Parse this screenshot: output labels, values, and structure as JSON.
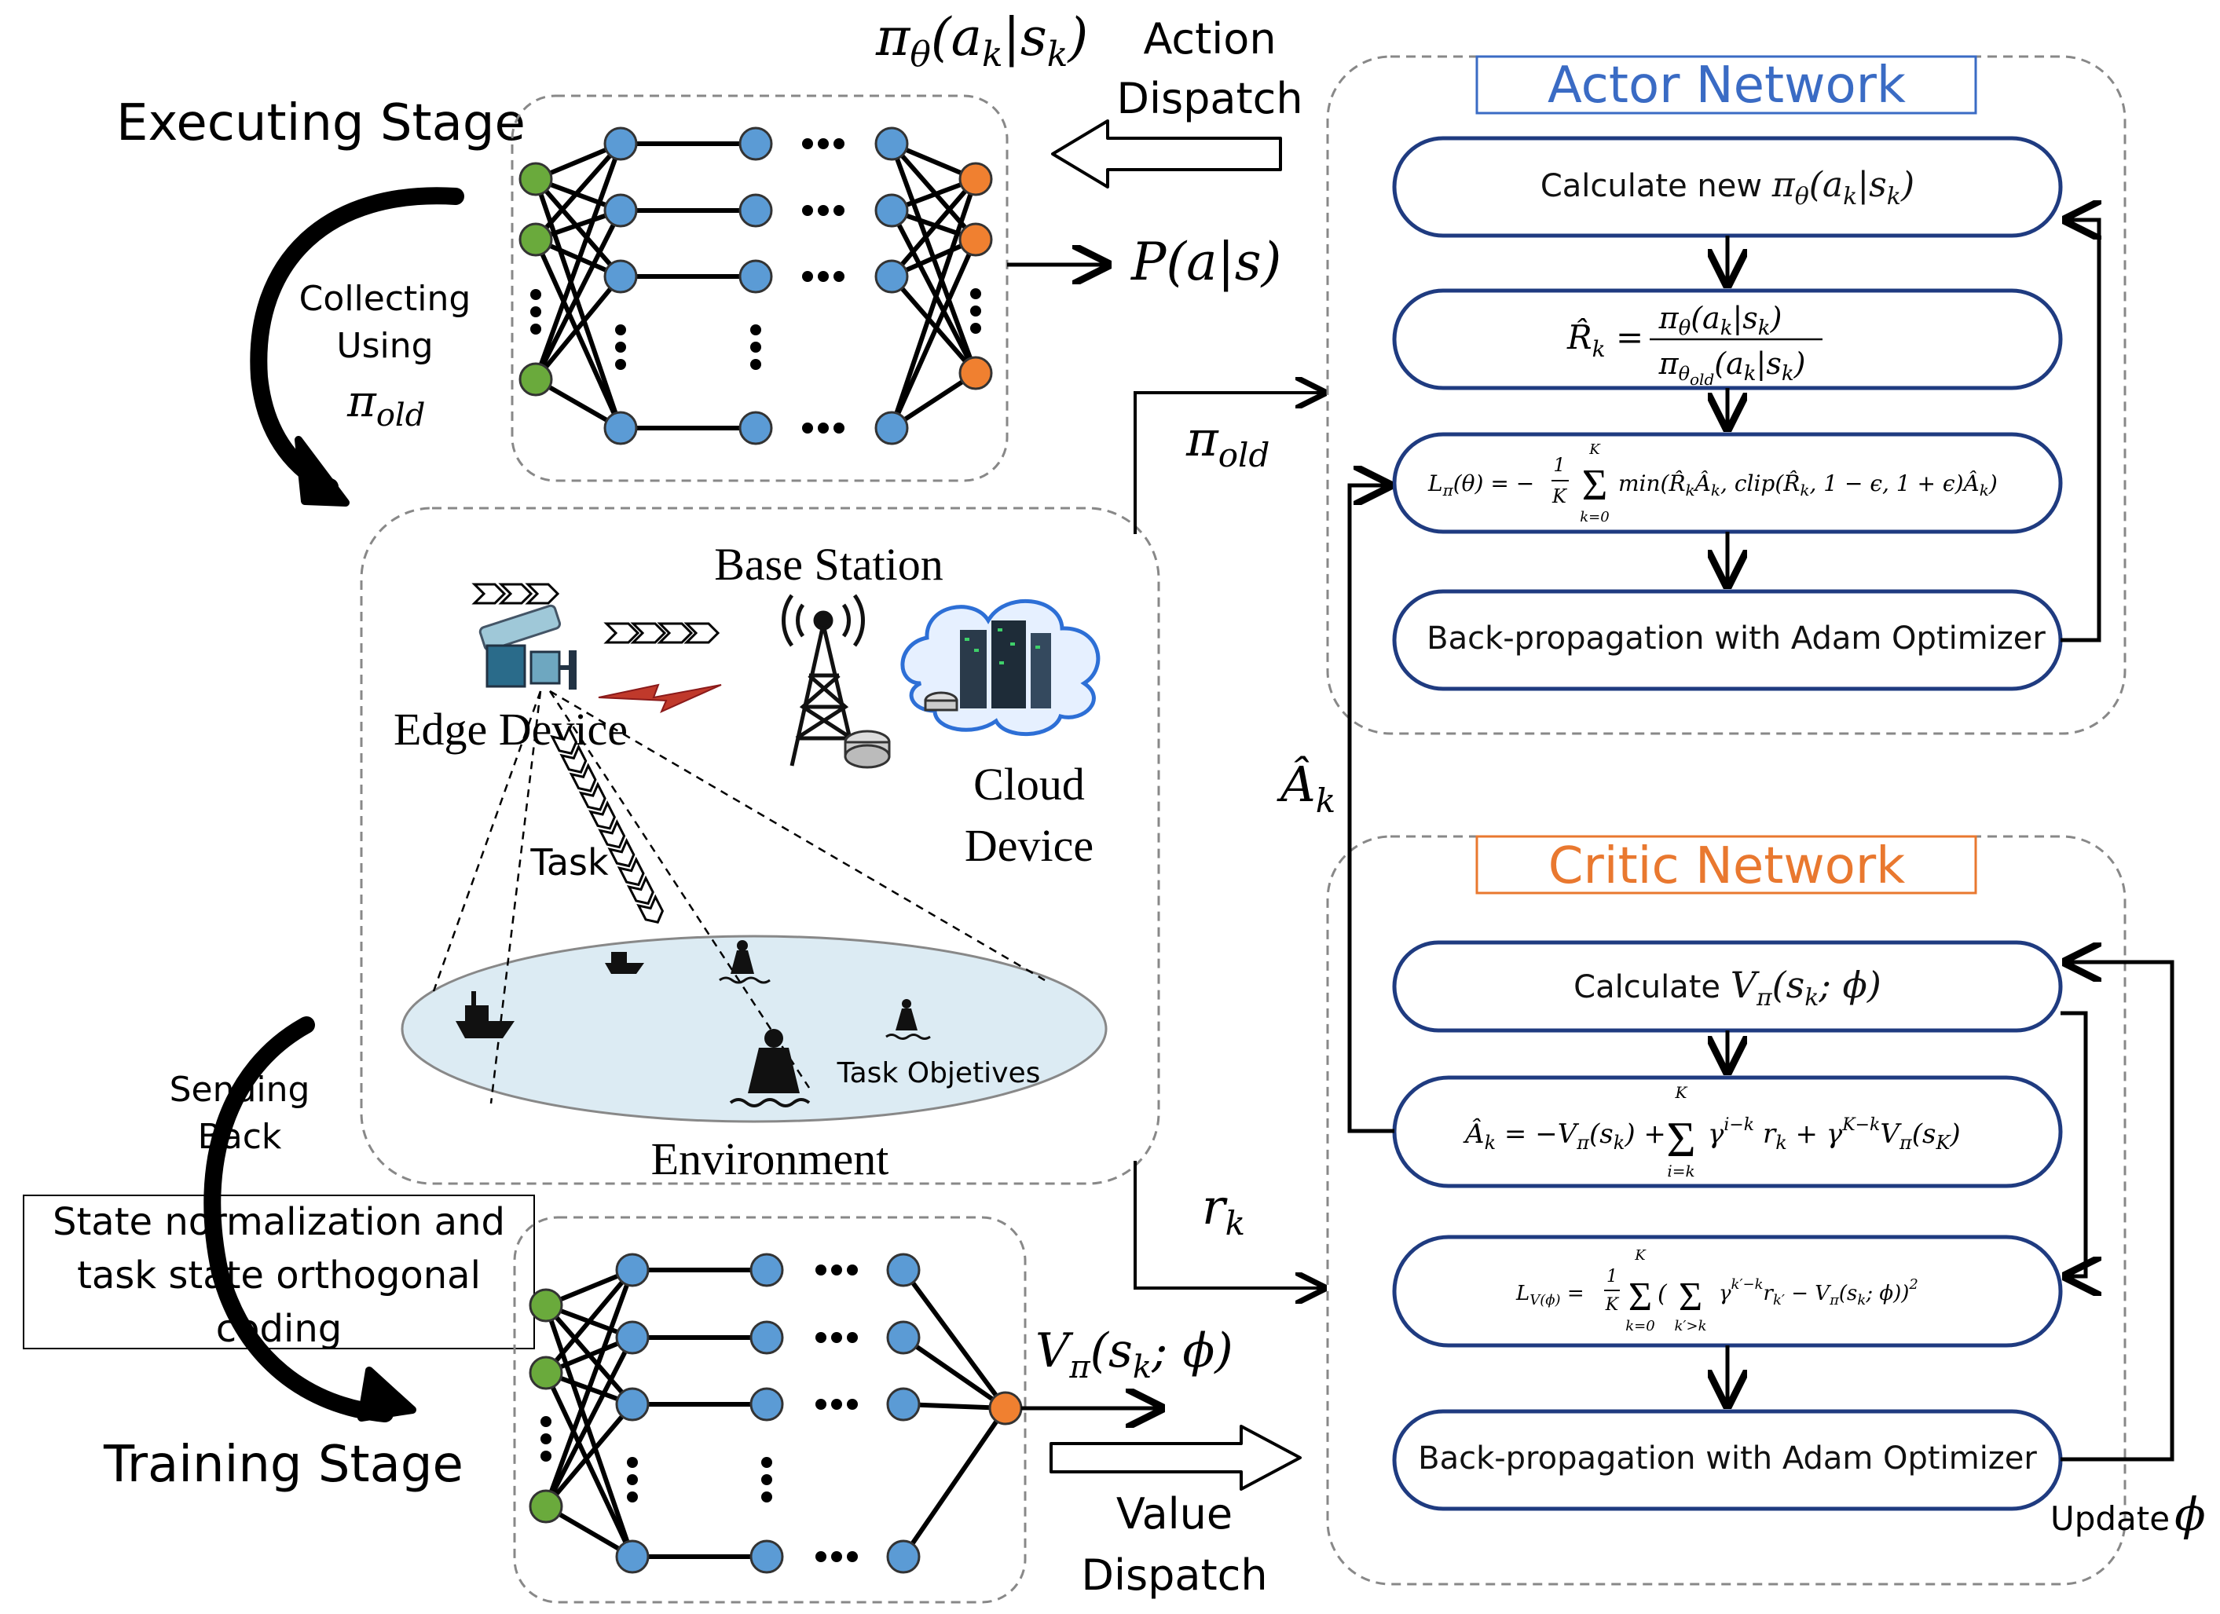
{
  "stages": {
    "executing": "Executing Stage",
    "training": "Training Stage",
    "collecting_line1": "Collecting",
    "collecting_line2": "Using",
    "pi_old": "π",
    "pi_old_sub": "old",
    "sending_line1": "Sending",
    "sending_line2": "Back",
    "state_norm_line1": "State normalization  and",
    "state_norm_line2": "task state orthogonal",
    "state_norm_line3": "coding"
  },
  "environment": {
    "base_station": "Base Station",
    "edge_device": "Edge Device",
    "cloud_line1": "Cloud",
    "cloud_line2": "Device",
    "task": "Task",
    "task_objectives": "Task Objetives",
    "environment": "Environment"
  },
  "dispatch": {
    "action_line1": "Action",
    "action_line2": "Dispatch",
    "value_line1": "Value",
    "value_line2": "Dispatch",
    "policy_top": "πθ(ak|sk)",
    "p_a_s": "P(a|s)",
    "v_pi": "Vπ(sk; ϕ)",
    "pi_old_mid": "πold",
    "a_hat": "Âk",
    "r_k": "rk",
    "update_label": "Update",
    "update_symbol": "ϕ"
  },
  "actor": {
    "title": "Actor Network",
    "step1": "Calculate new  πθ(ak|sk)",
    "step2": "R̂k = πθ(ak|sk) / πθold(ak|sk)",
    "step3": "Lπ(θ) = −(1/K) Σk=0..K min(R̂kÂk, clip(R̂k, 1 − ϵ, 1 + ϵ)Âk)",
    "step4": "Back-propagation with Adam Optimizer"
  },
  "critic": {
    "title": "Critic Network",
    "step1": "Calculate  Vπ(sk; ϕ)",
    "step2": "Âk = −Vπ(sk) + Σi=k..K γ^(i−k) rk + γ^(K−k) Vπ(sK)",
    "step3": "LV(ϕ) = (1/K) Σk=0..K ( Σk'>k γ^(k'−k) rk' − Vπ(sk; ϕ) )²",
    "step4": "Back-propagation with Adam Optimizer"
  },
  "colors": {
    "actor_title": "#3a6bc4",
    "critic_title": "#e9782f",
    "box_border": "#1f3b80",
    "node_input": "#6aaa3c",
    "node_hidden": "#5b9bd5",
    "node_output": "#f08030",
    "ellipse_fill": "#dcebf3"
  }
}
